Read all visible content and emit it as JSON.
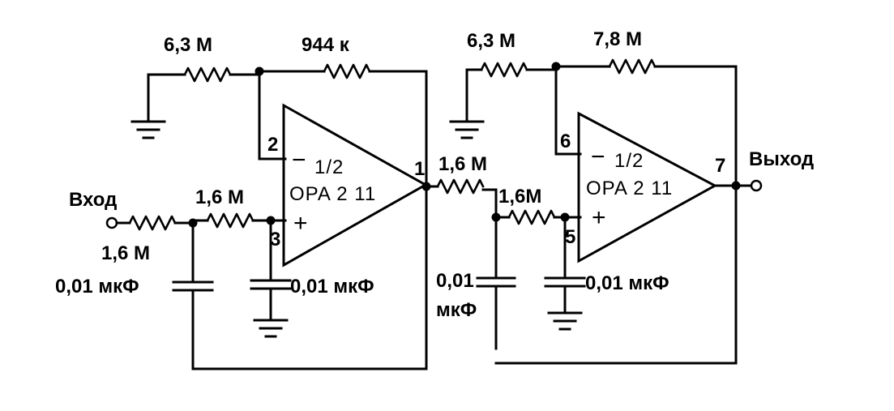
{
  "colors": {
    "ink": "#000000",
    "paper": "#ffffff"
  },
  "stage1": {
    "r_ground": "6,3 M",
    "r_feedback": "944 к",
    "pin_inv": "2",
    "pin_noninv": "3",
    "pin_out": "1",
    "minus": "−",
    "plus": "+",
    "fraction": "1/2",
    "opamp_name": "OPA 2 11",
    "r_in1": "1,6 M",
    "r_in2": "1,6 M",
    "c_left": "0,01 мкФ",
    "c_right": "0,01 мкФ"
  },
  "stage2": {
    "r_ground": "6,3 M",
    "r_feedback": "7,8 M",
    "pin_inv": "6",
    "pin_noninv": "5",
    "pin_out": "7",
    "minus": "−",
    "plus": "+",
    "fraction": "1/2",
    "opamp_name": "OPA 2 11",
    "r_link": "1,6 M",
    "r_in2": "1,6M",
    "c_left_line1": "0,01",
    "c_left_line2": "мкФ",
    "c_right": "0,01 мкФ"
  },
  "io": {
    "input": "Вход",
    "output": "Выход"
  }
}
